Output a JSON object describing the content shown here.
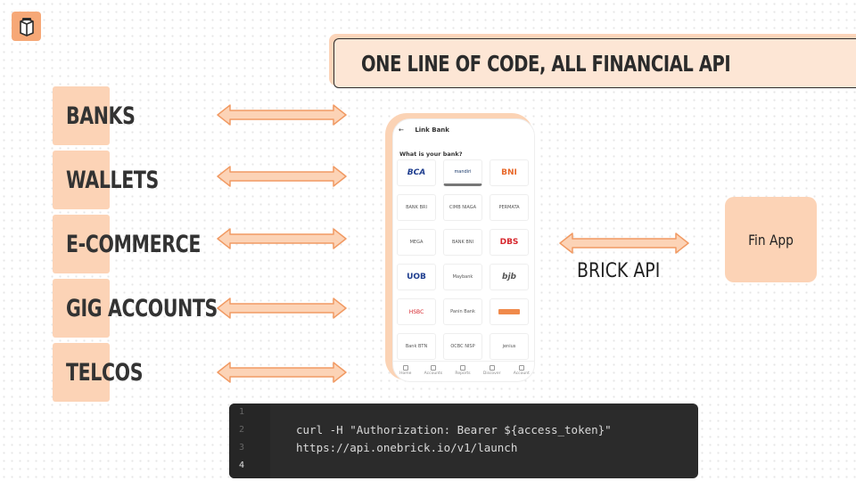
{
  "logo": {
    "icon": "brick-logo-icon",
    "color": "#f6a877"
  },
  "banner": {
    "text": "ONE LINE OF CODE, ALL FINANCIAL API"
  },
  "categories": [
    {
      "label": "BANKS"
    },
    {
      "label": "WALLETS"
    },
    {
      "label": "E-COMMERCE"
    },
    {
      "label": "GIG ACCOUNTS"
    },
    {
      "label": "TELCOS"
    }
  ],
  "phone": {
    "header": "Link Bank",
    "back_icon": "arrow-left-icon",
    "question": "What is your bank?",
    "banks": [
      {
        "name": "BCA",
        "style": "big bca"
      },
      {
        "name": "mandiri",
        "style": "mandiri"
      },
      {
        "name": "BNI",
        "style": "big bni"
      },
      {
        "name": "BANK BRI",
        "style": ""
      },
      {
        "name": "CIMB NIAGA",
        "style": ""
      },
      {
        "name": "PERMATA",
        "style": ""
      },
      {
        "name": "MEGA",
        "style": ""
      },
      {
        "name": "BANK BNI",
        "style": ""
      },
      {
        "name": "DBS",
        "style": "big dbs"
      },
      {
        "name": "UOB",
        "style": "big uob"
      },
      {
        "name": "Maybank",
        "style": ""
      },
      {
        "name": "bjb",
        "style": "big bjb"
      },
      {
        "name": "HSBC",
        "style": "hsbc"
      },
      {
        "name": "Panin Bank",
        "style": ""
      },
      {
        "name": "",
        "style": "swatch"
      },
      {
        "name": "Bank BTN",
        "style": ""
      },
      {
        "name": "OCBC NISP",
        "style": ""
      },
      {
        "name": "jenius",
        "style": ""
      }
    ],
    "nav": [
      {
        "label": "Home",
        "icon": "home-icon"
      },
      {
        "label": "Accounts",
        "icon": "wallet-icon"
      },
      {
        "label": "Reports",
        "icon": "chart-icon"
      },
      {
        "label": "Discover",
        "icon": "compass-icon"
      },
      {
        "label": "Account",
        "icon": "user-icon"
      }
    ]
  },
  "brick_api": {
    "label": "BRICK API"
  },
  "fin_app": {
    "label": "Fin App"
  },
  "code": {
    "line_numbers": [
      "1",
      "2",
      "3",
      "4"
    ],
    "lines": [
      "",
      "curl -H \"Authorization: Bearer ${access_token}\"",
      "https://api.onebrick.io/v1/launch",
      ""
    ]
  },
  "colors": {
    "accent": "#f6a877",
    "accent_light": "#fcd3b6",
    "banner_fill": "#fde6d5",
    "code_bg": "#2b2b2b"
  }
}
